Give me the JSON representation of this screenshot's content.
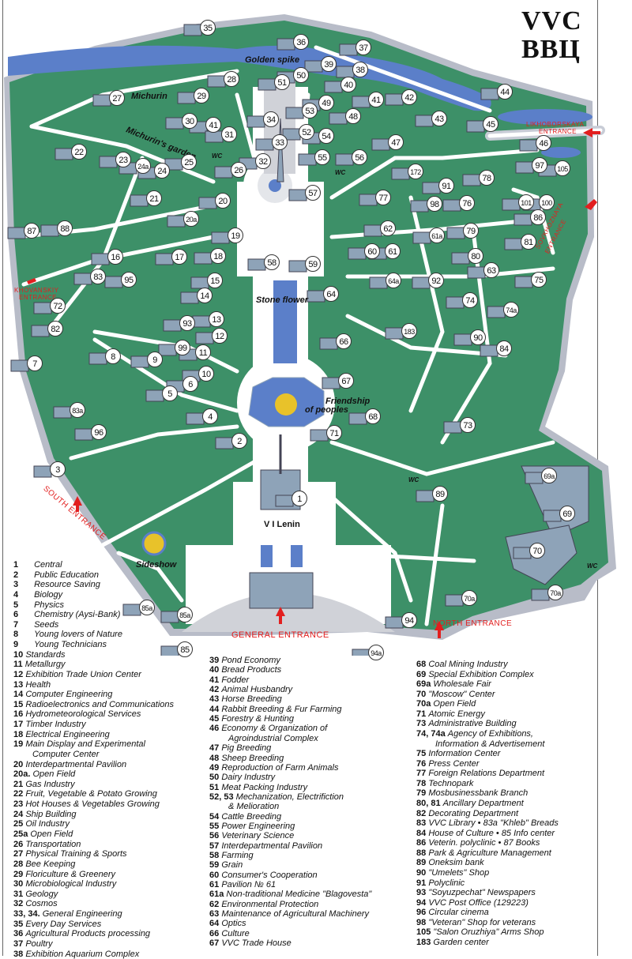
{
  "title": {
    "latin": "VVC",
    "cyrillic": "ВВЦ"
  },
  "map_labels": {
    "golden_spike": "Golden spike",
    "michurin": "Michurin",
    "michurins_garden": "Michurin's garden",
    "stone_flower": "Stone flower",
    "friendship_1": "Friendship",
    "friendship_2": "of peoples",
    "lenin": "V I  Lenin",
    "sideshow": "Sideshow",
    "wc": "WC"
  },
  "entrances": {
    "general": "GENERAL ENTRANCE",
    "north": "NORTH ENTRANCE",
    "south": "SOUTH ENTRANCE",
    "khovanskiy_1": "KHOVANSKIY",
    "khovanskiy_2": "ENTRANCE",
    "likhoborskaya_1": "LIKHOBORSKAYA",
    "likhoborskaya_2": "ENTRANCE",
    "sovkhoznaya_1": "SOVKHOZNAYA",
    "sovkhoznaya_2": "ENTRANCE"
  },
  "colors": {
    "park": "#3d9068",
    "water": "#5b7fc9",
    "road": "#ffffff",
    "border": "#b8bcc8",
    "building": "#8ea3b8",
    "entrance": "#e21f1f"
  },
  "markers": [
    "35",
    "36",
    "37",
    "39",
    "38",
    "50",
    "28",
    "51",
    "40",
    "27",
    "29",
    "41",
    "42",
    "49",
    "53",
    "44",
    "34",
    "48",
    "30",
    "43",
    "45",
    "52",
    "41",
    "54",
    "31",
    "33",
    "47",
    "46",
    "22",
    "23",
    "55",
    "56",
    "32",
    "24a",
    "25",
    "26",
    "24",
    "172",
    "97",
    "105",
    "78",
    "91",
    "57",
    "77",
    "21",
    "20",
    "98",
    "76",
    "101",
    "100",
    "20a",
    "86",
    "87",
    "88",
    "62",
    "79",
    "61a",
    "81",
    "19",
    "60",
    "61",
    "16",
    "17",
    "18",
    "80",
    "58",
    "59",
    "63",
    "83",
    "95",
    "15",
    "64a",
    "92",
    "75",
    "14",
    "64",
    "74",
    "74a",
    "72",
    "13",
    "93",
    "183",
    "82",
    "12",
    "66",
    "90",
    "84",
    "99",
    "11",
    "8",
    "9",
    "7",
    "10",
    "67",
    "6",
    "5",
    "83a",
    "68",
    "4",
    "73",
    "71",
    "96",
    "2",
    "3",
    "69a",
    "89",
    "1",
    "69",
    "70",
    "85a",
    "85a",
    "70a",
    "94",
    "85",
    "94a",
    "70a"
  ],
  "legend": {
    "col1": [
      {
        "n": "1",
        "t": "Central"
      },
      {
        "n": "2",
        "t": "Public Education"
      },
      {
        "n": "3",
        "t": "Resource Saving"
      },
      {
        "n": "4",
        "t": "Biology"
      },
      {
        "n": "5",
        "t": "Physics"
      },
      {
        "n": "6",
        "t": "Chemistry (Aysi-Bank)"
      },
      {
        "n": "7",
        "t": "Seeds"
      },
      {
        "n": "8",
        "t": "Young lovers of Nature"
      },
      {
        "n": "9",
        "t": "Young Technicians"
      },
      {
        "n": "10",
        "t": "Standards"
      },
      {
        "n": "11",
        "t": "Metallurgy"
      },
      {
        "n": "12",
        "t": "Exhibition Trade Union Center"
      },
      {
        "n": "13",
        "t": "Health"
      },
      {
        "n": "14",
        "t": "Computer Engineering"
      },
      {
        "n": "15",
        "t": "Radioelectronics and Communications"
      },
      {
        "n": "16",
        "t": "Hydrometeorological Services"
      },
      {
        "n": "17",
        "t": "Timber Industry"
      },
      {
        "n": "18",
        "t": "Electrical Engineering"
      },
      {
        "n": "19",
        "t": "Main Display and Experimental",
        "t2": "Computer Center"
      },
      {
        "n": "20",
        "t": "Interdepartmental Pavilion"
      },
      {
        "n": "20a.",
        "t": "Open Field"
      },
      {
        "n": "21",
        "t": "Gas Industry"
      },
      {
        "n": "22",
        "t": "Fruit, Vegetable & Potato Growing"
      },
      {
        "n": "23",
        "t": "Hot Houses & Vegetables Growing"
      },
      {
        "n": "24",
        "t": "Ship Building"
      },
      {
        "n": "25",
        "t": "Oil Industry"
      },
      {
        "n": "25a",
        "t": "Open Field"
      },
      {
        "n": "26",
        "t": "Transportation"
      },
      {
        "n": "27",
        "t": "Physical Training & Sports"
      },
      {
        "n": "28",
        "t": "Bee Keeping"
      },
      {
        "n": "29",
        "t": "Floriculture & Greenery"
      },
      {
        "n": "30",
        "t": "Microbiological Industry"
      },
      {
        "n": "31",
        "t": "Geology"
      },
      {
        "n": "32",
        "t": "Cosmos"
      },
      {
        "n": "33, 34.",
        "t": "General Engineering"
      },
      {
        "n": "35",
        "t": "Every Day Services"
      },
      {
        "n": "36",
        "t": "Agricultural Products processing"
      },
      {
        "n": "37",
        "t": "Poultry"
      },
      {
        "n": "38",
        "t": "Exhibition Aquarium Complex"
      }
    ],
    "col2": [
      {
        "n": "39",
        "t": "Pond Economy"
      },
      {
        "n": "40",
        "t": "Bread Products"
      },
      {
        "n": "41",
        "t": "Fodder"
      },
      {
        "n": "42",
        "t": "Animal Husbandry"
      },
      {
        "n": "43",
        "t": "Horse Breeding"
      },
      {
        "n": "44",
        "t": "Rabbit Breeding & Fur Farming"
      },
      {
        "n": "45",
        "t": "Forestry & Hunting"
      },
      {
        "n": "46",
        "t": "Economy & Organization of",
        "t2": "Agroindustrial Complex"
      },
      {
        "n": "47",
        "t": "Pig Breeding"
      },
      {
        "n": "48",
        "t": "Sheep Breeding"
      },
      {
        "n": "49",
        "t": "Reproduction of Farm Animals"
      },
      {
        "n": "50",
        "t": "Dairy Industry"
      },
      {
        "n": "51",
        "t": "Meat Packing Industry"
      },
      {
        "n": "52, 53",
        "t": "Mechanization, Electrifiction",
        "t2": "& Melioration"
      },
      {
        "n": "54",
        "t": "Cattle Breeding"
      },
      {
        "n": "55",
        "t": "Power Engineering"
      },
      {
        "n": "56",
        "t": "Veterinary Science"
      },
      {
        "n": "57",
        "t": "Interdepartmental Pavilion"
      },
      {
        "n": "58",
        "t": "Farming"
      },
      {
        "n": "59",
        "t": "Grain"
      },
      {
        "n": "60",
        "t": "Consumer's Cooperation"
      },
      {
        "n": "61",
        "t": "Pavilion № 61"
      },
      {
        "n": "61a",
        "t": "Non-traditional Medicine \"Blagovesta\""
      },
      {
        "n": "62",
        "t": "Environmental Protection"
      },
      {
        "n": "63",
        "t": "Maintenance of Agricultural Machinery"
      },
      {
        "n": "64",
        "t": "Optics"
      },
      {
        "n": "66",
        "t": "Culture"
      },
      {
        "n": "67",
        "t": "VVC Trade House"
      }
    ],
    "col3": [
      {
        "n": "68",
        "t": "Coal Mining Industry"
      },
      {
        "n": "69",
        "t": "Special Exhibition Complex"
      },
      {
        "n": "69a",
        "t": "Wholesale Fair"
      },
      {
        "n": "70",
        "t": "\"Moscow\" Center"
      },
      {
        "n": "70a",
        "t": "Open Field"
      },
      {
        "n": "71",
        "t": "Atomic Energy"
      },
      {
        "n": "73",
        "t": "Administrative Building"
      },
      {
        "n": "74, 74a",
        "t": "Agency of Exhibitions,",
        "t2": "Information & Advertisement"
      },
      {
        "n": "75",
        "t": "Information Center"
      },
      {
        "n": "76",
        "t": "Press Center"
      },
      {
        "n": "77",
        "t": "Foreign Relations Department"
      },
      {
        "n": "78",
        "t": "Technopark"
      },
      {
        "n": "79",
        "t": "Mosbusinessbank Branch"
      },
      {
        "n": "80, 81",
        "t": "Ancillary Department"
      },
      {
        "n": "82",
        "t": "Decorating Department"
      },
      {
        "n": "83",
        "t": "VVC Library • 83a \"Khleb\" Breads"
      },
      {
        "n": "84",
        "t": "House of Culture • 85 Info center"
      },
      {
        "n": "86",
        "t": "Veterin. polyclinic • 87 Books"
      },
      {
        "n": "88",
        "t": "Park & Agriculture Management"
      },
      {
        "n": "89",
        "t": "Oneksim bank"
      },
      {
        "n": "90",
        "t": "\"Umelets\" Shop"
      },
      {
        "n": "91",
        "t": "Polyclinic"
      },
      {
        "n": "93",
        "t": "\"Soyuzpechat\" Newspapers"
      },
      {
        "n": "94",
        "t": "VVC Post Office (129223)"
      },
      {
        "n": "96",
        "t": "Circular cinema"
      },
      {
        "n": "98",
        "t": "\"Veteran\" Shop for veterans"
      },
      {
        "n": "105",
        "t": "\"Salon Oruzhiya\" Arms Shop"
      },
      {
        "n": "183",
        "t": "Garden center"
      }
    ]
  }
}
